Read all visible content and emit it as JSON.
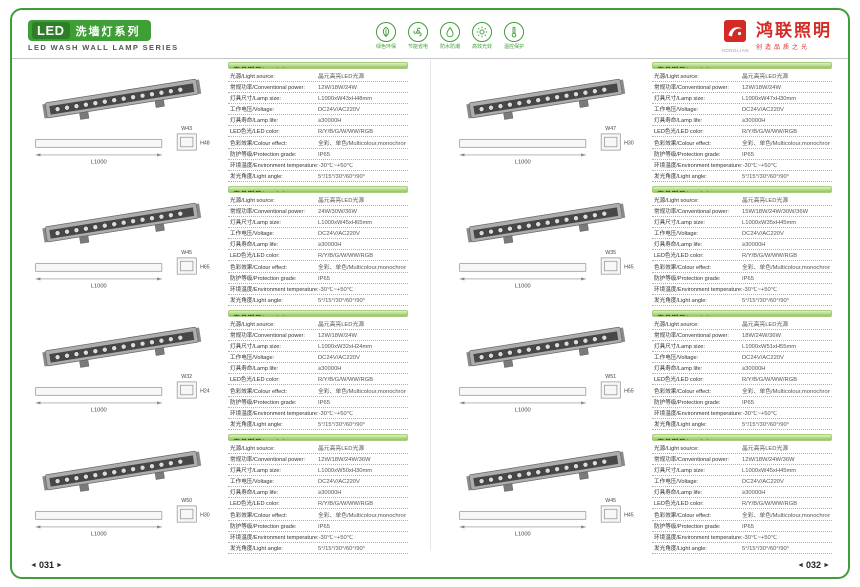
{
  "header": {
    "led_badge": "LED",
    "series_cn": "洗墙灯系列",
    "series_en": "LED WASH WALL LAMP SERIES",
    "eco_icons": [
      {
        "label": "绿色环保"
      },
      {
        "label": "节能省电"
      },
      {
        "label": "防水防潮"
      },
      {
        "label": "高效光效"
      },
      {
        "label": "温控保护"
      }
    ],
    "brand": {
      "name": "鸿联照明",
      "logo_sub": "HONGLIAN",
      "tagline": "创造品质之光"
    }
  },
  "footer": {
    "left_page": "031",
    "right_page": "032",
    "prev_glyph": "◄",
    "next_glyph": "►"
  },
  "products": [
    {
      "model_label": "产品型号/Model：XQD-019",
      "dims": {
        "L": "L1000",
        "W": "W43",
        "H": "H48"
      },
      "specs": [
        {
          "label": "光源/Light source:",
          "value": "晶元高亮LED光源"
        },
        {
          "label": "常规功率/Conventional power:",
          "value": "12W/18W/24W"
        },
        {
          "label": "灯具尺寸/Lamp size:",
          "value": "L1000xW43xH48mm"
        },
        {
          "label": "工作电压/Voltage:",
          "value": "DC24V/AC220V"
        },
        {
          "label": "灯具寿命/Lamp life:",
          "value": "≥30000H"
        },
        {
          "label": "LED色光/LED color:",
          "value": "R/Y/B/G/W/WW/RGB"
        },
        {
          "label": "色彩效果/Colour effect:",
          "value": "全彩、单色/Multicolour,monochrome"
        },
        {
          "label": "防护等级/Protection grade:",
          "value": "IP65"
        },
        {
          "label": "环境温度/Environment temperature:",
          "value": "-30℃~+50℃"
        },
        {
          "label": "发光角度/Light angle:",
          "value": "5°/15°/30°/60°/90°"
        }
      ]
    },
    {
      "model_label": "产品型号/Model：XQD-020",
      "dims": {
        "L": "L1000",
        "W": "W45",
        "H": "H65"
      },
      "specs": [
        {
          "label": "光源/Light source:",
          "value": "晶元高亮LED光源"
        },
        {
          "label": "常规功率/Conventional power:",
          "value": "24W/30W/36W"
        },
        {
          "label": "灯具尺寸/Lamp size:",
          "value": "L1000xW45xH65mm"
        },
        {
          "label": "工作电压/Voltage:",
          "value": "DC24V/AC220V"
        },
        {
          "label": "灯具寿命/Lamp life:",
          "value": "≥30000H"
        },
        {
          "label": "LED色光/LED color:",
          "value": "R/Y/B/G/W/WW/RGB"
        },
        {
          "label": "色彩效果/Colour effect:",
          "value": "全彩、单色/Multicolour,monochrome"
        },
        {
          "label": "防护等级/Protection grade:",
          "value": "IP65"
        },
        {
          "label": "环境温度/Environment temperature:",
          "value": "-30℃~+50℃"
        },
        {
          "label": "发光角度/Light angle:",
          "value": "5°/15°/30°/60°/90°"
        }
      ]
    },
    {
      "model_label": "产品型号/Model：XQD-021",
      "dims": {
        "L": "L1000",
        "W": "W32",
        "H": "H24"
      },
      "specs": [
        {
          "label": "光源/Light source:",
          "value": "晶元高亮LED光源"
        },
        {
          "label": "常规功率/Conventional power:",
          "value": "12W/18W/24W"
        },
        {
          "label": "灯具尺寸/Lamp size:",
          "value": "L1000xW32xH24mm"
        },
        {
          "label": "工作电压/Voltage:",
          "value": "DC24V/AC220V"
        },
        {
          "label": "灯具寿命/Lamp life:",
          "value": "≥30000H"
        },
        {
          "label": "LED色光/LED color:",
          "value": "R/Y/B/G/W/WW/RGB"
        },
        {
          "label": "色彩效果/Colour effect:",
          "value": "全彩、单色/Multicolour,monochrome"
        },
        {
          "label": "防护等级/Protection grade:",
          "value": "IP65"
        },
        {
          "label": "环境温度/Environment temperature:",
          "value": "-30℃~+50℃"
        },
        {
          "label": "发光角度/Light angle:",
          "value": "5°/15°/30°/60°/90°"
        }
      ]
    },
    {
      "model_label": "产品型号/Model：XQD-022",
      "dims": {
        "L": "L1000",
        "W": "W50",
        "H": "H30"
      },
      "specs": [
        {
          "label": "光源/Light source:",
          "value": "晶元高亮LED光源"
        },
        {
          "label": "常规功率/Conventional power:",
          "value": "12W/18W/24W/36W"
        },
        {
          "label": "灯具尺寸/Lamp size:",
          "value": "L1000xW50xH30mm"
        },
        {
          "label": "工作电压/Voltage:",
          "value": "DC24V/AC220V"
        },
        {
          "label": "灯具寿命/Lamp life:",
          "value": "≥30000H"
        },
        {
          "label": "LED色光/LED color:",
          "value": "R/Y/B/G/W/WW/RGB"
        },
        {
          "label": "色彩效果/Colour effect:",
          "value": "全彩、单色/Multicolour,monochrome"
        },
        {
          "label": "防护等级/Protection grade:",
          "value": "IP65"
        },
        {
          "label": "环境温度/Environment temperature:",
          "value": "-30℃~+50℃"
        },
        {
          "label": "发光角度/Light angle:",
          "value": "5°/15°/30°/60°/90°"
        }
      ]
    },
    {
      "model_label": "产品型号/Model：XQD-023",
      "dims": {
        "L": "L1000",
        "W": "W47",
        "H": "H30"
      },
      "specs": [
        {
          "label": "光源/Light source:",
          "value": "晶元高亮LED光源"
        },
        {
          "label": "常规功率/Conventional power:",
          "value": "12W/18W/24W"
        },
        {
          "label": "灯具尺寸/Lamp size:",
          "value": "L1000xW47xH30mm"
        },
        {
          "label": "工作电压/Voltage:",
          "value": "DC24V/AC220V"
        },
        {
          "label": "灯具寿命/Lamp life:",
          "value": "≥30000H"
        },
        {
          "label": "LED色光/LED color:",
          "value": "R/Y/B/G/W/WW/RGB"
        },
        {
          "label": "色彩效果/Colour effect:",
          "value": "全彩、单色/Multicolour,monochrome"
        },
        {
          "label": "防护等级/Protection grade:",
          "value": "IP65"
        },
        {
          "label": "环境温度/Environment temperature:",
          "value": "-30℃~+50℃"
        },
        {
          "label": "发光角度/Light angle:",
          "value": "5°/15°/30°/60°/90°"
        }
      ]
    },
    {
      "model_label": "产品型号/Model：XQD-024",
      "dims": {
        "L": "L1000",
        "W": "W35",
        "H": "H45"
      },
      "specs": [
        {
          "label": "光源/Light source:",
          "value": "晶元高亮LED光源"
        },
        {
          "label": "常规功率/Conventional power:",
          "value": "15W/18W/24W/30W/36W"
        },
        {
          "label": "灯具尺寸/Lamp size:",
          "value": "L1000xW35xH45mm"
        },
        {
          "label": "工作电压/Voltage:",
          "value": "DC24V/AC220V"
        },
        {
          "label": "灯具寿命/Lamp life:",
          "value": "≥30000H"
        },
        {
          "label": "LED色光/LED color:",
          "value": "R/Y/B/G/W/WW/RGB"
        },
        {
          "label": "色彩效果/Colour effect:",
          "value": "全彩、单色/Multicolour,monochrome"
        },
        {
          "label": "防护等级/Protection grade:",
          "value": "IP65"
        },
        {
          "label": "环境温度/Environment temperature:",
          "value": "-30℃~+50℃"
        },
        {
          "label": "发光角度/Light angle:",
          "value": "5°/15°/30°/60°/90°"
        }
      ]
    },
    {
      "model_label": "产品型号/Model：XQD-025",
      "dims": {
        "L": "L1000",
        "W": "W51",
        "H": "H55"
      },
      "specs": [
        {
          "label": "光源/Light source:",
          "value": "晶元高亮LED光源"
        },
        {
          "label": "常规功率/Conventional power:",
          "value": "18W/24W/36W"
        },
        {
          "label": "灯具尺寸/Lamp size:",
          "value": "L1000xW51xH55mm"
        },
        {
          "label": "工作电压/Voltage:",
          "value": "DC24V/AC220V"
        },
        {
          "label": "灯具寿命/Lamp life:",
          "value": "≥30000H"
        },
        {
          "label": "LED色光/LED color:",
          "value": "R/Y/B/G/W/WW/RGB"
        },
        {
          "label": "色彩效果/Colour effect:",
          "value": "全彩、单色/Multicolour,monochrome"
        },
        {
          "label": "防护等级/Protection grade:",
          "value": "IP65"
        },
        {
          "label": "环境温度/Environment temperature:",
          "value": "-30℃~+50℃"
        },
        {
          "label": "发光角度/Light angle:",
          "value": "5°/15°/30°/60°/90°"
        }
      ]
    },
    {
      "model_label": "产品型号/Model：XQD-026",
      "dims": {
        "L": "L1000",
        "W": "W45",
        "H": "H45"
      },
      "specs": [
        {
          "label": "光源/Light source:",
          "value": "晶元高亮LED光源"
        },
        {
          "label": "常规功率/Conventional power:",
          "value": "12W/18W/24W/36W"
        },
        {
          "label": "灯具尺寸/Lamp size:",
          "value": "L1000xW45xH45mm"
        },
        {
          "label": "工作电压/Voltage:",
          "value": "DC24V/AC220V"
        },
        {
          "label": "灯具寿命/Lamp life:",
          "value": "≥30000H"
        },
        {
          "label": "LED色光/LED color:",
          "value": "R/Y/B/G/W/WW/RGB"
        },
        {
          "label": "色彩效果/Colour effect:",
          "value": "全彩、单色/Multicolour,monochrome"
        },
        {
          "label": "防护等级/Protection grade:",
          "value": "IP65"
        },
        {
          "label": "环境温度/Environment temperature:",
          "value": "-30℃~+50℃"
        },
        {
          "label": "发光角度/Light angle:",
          "value": "5°/15°/30°/60°/90°"
        }
      ]
    }
  ]
}
